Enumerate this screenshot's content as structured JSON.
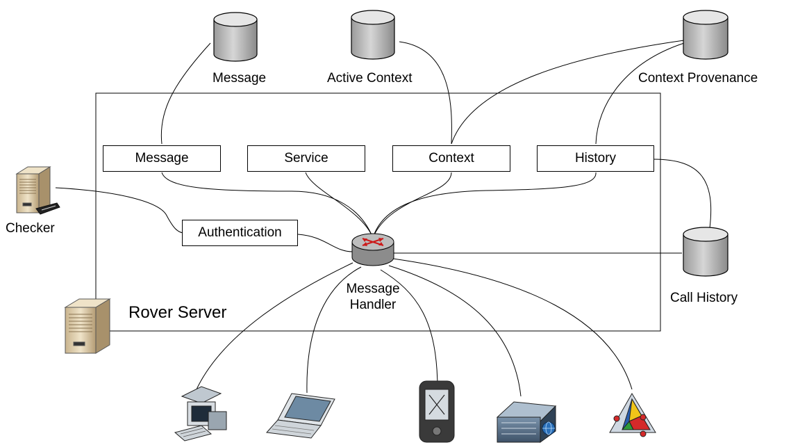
{
  "server": {
    "label": "Rover Server"
  },
  "databases": {
    "message": "Message",
    "active_context": "Active Context",
    "context_provenance": "Context Provenance",
    "call_history": "Call History"
  },
  "modules": {
    "message": "Message",
    "service": "Service",
    "context": "Context",
    "history": "History",
    "authentication": "Authentication"
  },
  "router": {
    "line1": "Message",
    "line2": "Handler"
  },
  "checker": {
    "label": "Checker"
  },
  "clients": [
    {
      "icon": "desktop-computer-icon"
    },
    {
      "icon": "laptop-icon"
    },
    {
      "icon": "pda-icon"
    },
    {
      "icon": "rack-server-icon"
    },
    {
      "icon": "application-icon"
    }
  ]
}
